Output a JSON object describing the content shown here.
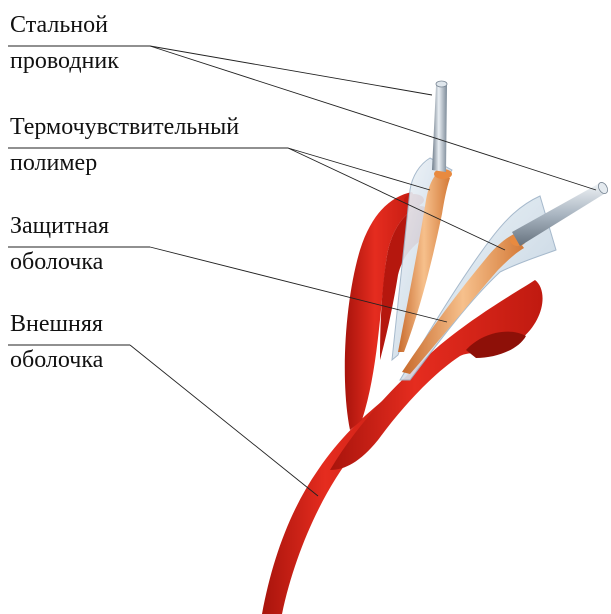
{
  "labels": [
    {
      "line1": "Стальной",
      "line2": "проводник"
    },
    {
      "line1": "Термочувствительный",
      "line2": "полимер"
    },
    {
      "line1": "Защитная",
      "line2": "оболочка"
    },
    {
      "line1": "Внешняя",
      "line2": "оболочка"
    }
  ],
  "colors": {
    "outer_sheath": "#e0261a",
    "outer_sheath_dark": "#a8140c",
    "outer_sheath_inner": "#c41a12",
    "polymer": "#e8944a",
    "steel": "#8c9aa8",
    "protective": "#c9d8e6",
    "leader": "#222222"
  }
}
